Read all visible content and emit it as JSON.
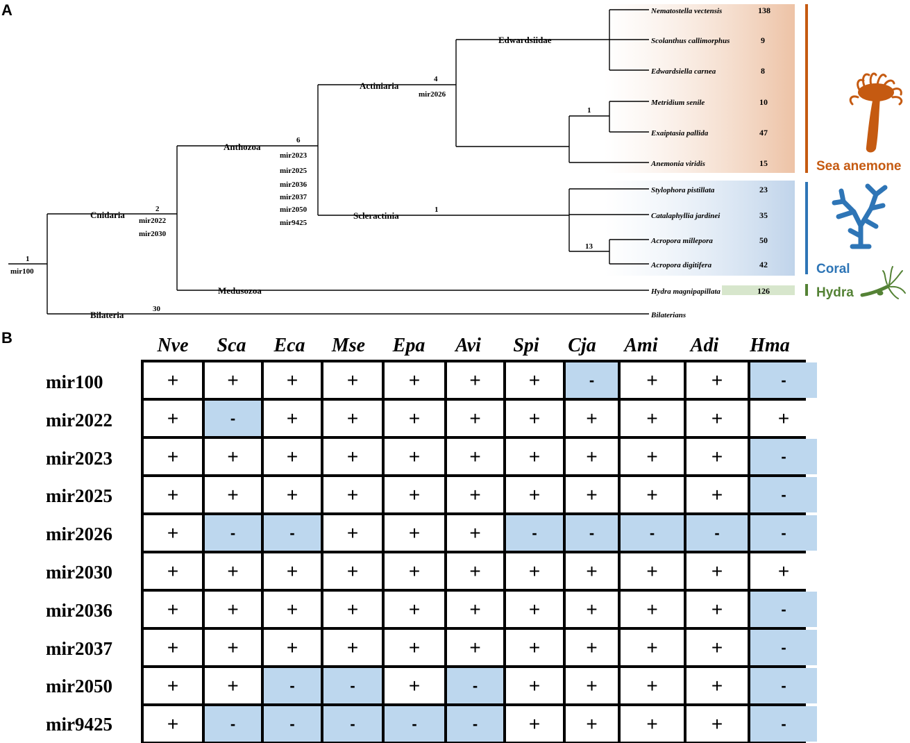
{
  "panel_labels": {
    "a": "A",
    "b": "B"
  },
  "tree": {
    "nodes": {
      "edwardsiidae": "Edwardsiidae",
      "actiniaria": "Actiniaria",
      "anthozoa": "Anthozoa",
      "scleractinia": "Scleractinia",
      "cnidaria": "Cnidaria",
      "medusozoa": "Medusozoa",
      "bilateria": "Bilateria"
    },
    "branch_annotations": {
      "root_count": "1",
      "root_mirna": "mir100",
      "cnidaria_count": "2",
      "cnidaria_mirnas": [
        "mir2022",
        "mir2030"
      ],
      "anthozoa_count": "6",
      "anthozoa_mirnas": [
        "mir2023",
        "mir2025",
        "mir2036",
        "mir2037",
        "mir2050",
        "mir9425"
      ],
      "actiniaria_count": "4",
      "actiniaria_mirna": "mir2026",
      "scleractinia_count": "1",
      "metridium_clade_count": "1",
      "acropora_clade_count": "13",
      "bilateria_count": "30"
    },
    "species": [
      {
        "name": "Nematostella vectensis",
        "count": "138"
      },
      {
        "name": "Scolanthus callimorphus",
        "count": "9"
      },
      {
        "name": "Edwardsiella carnea",
        "count": "8"
      },
      {
        "name": "Metridium senile",
        "count": "10"
      },
      {
        "name": "Exaiptasia pallida",
        "count": "47"
      },
      {
        "name": "Anemonia viridis",
        "count": "15"
      },
      {
        "name": "Stylophora pistillata",
        "count": "23"
      },
      {
        "name": "Catalaphyllia jardinei",
        "count": "35"
      },
      {
        "name": "Acropora millepora",
        "count": "50"
      },
      {
        "name": "Acropora digitifera",
        "count": "42"
      },
      {
        "name": "Hydra magnipapillata",
        "count": "126"
      },
      {
        "name": "Bilaterians",
        "count": ""
      }
    ],
    "groups": {
      "sea_anemone": "Sea anemone",
      "coral": "Coral",
      "hydra": "Hydra"
    }
  },
  "colors": {
    "sea_anemone": "#c55a11",
    "coral": "#2e75b6",
    "hydra": "#548235",
    "absent_cell": "#bdd7ee"
  },
  "matrix": {
    "columns": [
      "Nve",
      "Sca",
      "Eca",
      "Mse",
      "Epa",
      "Avi",
      "Spi",
      "Cja",
      "Ami",
      "Adi",
      "Hma"
    ],
    "rows": [
      {
        "label": "mir100",
        "values": [
          "+",
          "+",
          "+",
          "+",
          "+",
          "+",
          "+",
          "-",
          "+",
          "+",
          "-"
        ]
      },
      {
        "label": "mir2022",
        "values": [
          "+",
          "-",
          "+",
          "+",
          "+",
          "+",
          "+",
          "+",
          "+",
          "+",
          "+"
        ]
      },
      {
        "label": "mir2023",
        "values": [
          "+",
          "+",
          "+",
          "+",
          "+",
          "+",
          "+",
          "+",
          "+",
          "+",
          "-"
        ]
      },
      {
        "label": "mir2025",
        "values": [
          "+",
          "+",
          "+",
          "+",
          "+",
          "+",
          "+",
          "+",
          "+",
          "+",
          "-"
        ]
      },
      {
        "label": "mir2026",
        "values": [
          "+",
          "-",
          "-",
          "+",
          "+",
          "+",
          "-",
          "-",
          "-",
          "-",
          "-"
        ]
      },
      {
        "label": "mir2030",
        "values": [
          "+",
          "+",
          "+",
          "+",
          "+",
          "+",
          "+",
          "+",
          "+",
          "+",
          "+"
        ]
      },
      {
        "label": "mir2036",
        "values": [
          "+",
          "+",
          "+",
          "+",
          "+",
          "+",
          "+",
          "+",
          "+",
          "+",
          "-"
        ]
      },
      {
        "label": "mir2037",
        "values": [
          "+",
          "+",
          "+",
          "+",
          "+",
          "+",
          "+",
          "+",
          "+",
          "+",
          "-"
        ]
      },
      {
        "label": "mir2050",
        "values": [
          "+",
          "+",
          "-",
          "-",
          "+",
          "-",
          "+",
          "+",
          "+",
          "+",
          "-"
        ]
      },
      {
        "label": "mir9425",
        "values": [
          "+",
          "-",
          "-",
          "-",
          "-",
          "-",
          "+",
          "+",
          "+",
          "+",
          "-"
        ]
      }
    ]
  }
}
